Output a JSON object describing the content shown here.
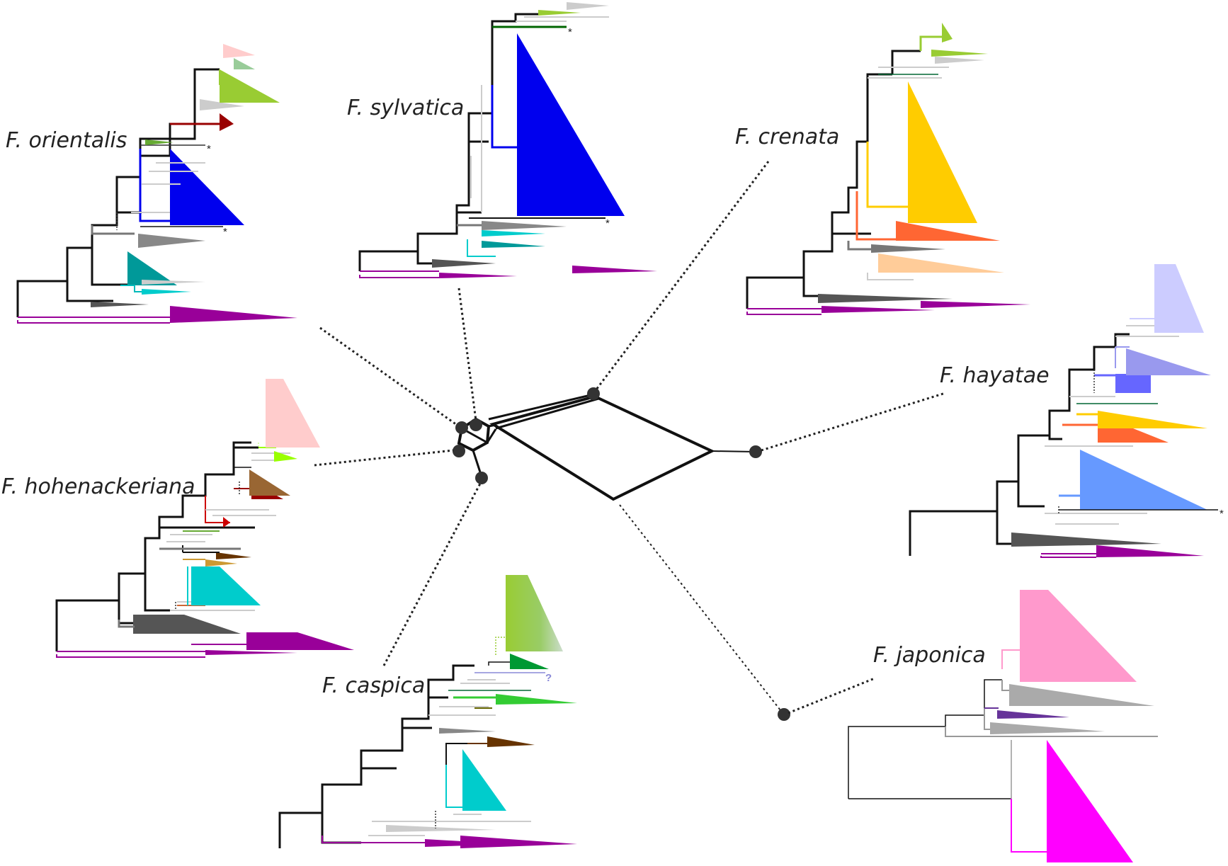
{
  "species": [
    {
      "key": "orientalis",
      "label": "F. orientalis"
    },
    {
      "key": "sylvatica",
      "label": "F. sylvatica"
    },
    {
      "key": "crenata",
      "label": "F. crenata"
    },
    {
      "key": "hayatae",
      "label": "F. hayatae"
    },
    {
      "key": "japonica",
      "label": "F. japonica"
    },
    {
      "key": "caspica",
      "label": "F. caspica"
    },
    {
      "key": "hohenackeriana",
      "label": "F. hohenackeriana"
    }
  ],
  "marks": {
    "asterisk": "*",
    "question": "?"
  },
  "colors": {
    "purple": "#990099",
    "darkgray": "#555555",
    "gray": "#888888",
    "lightgray": "#cccccc",
    "blue": "#0000ee",
    "lightgreen": "#99cc33",
    "darkred": "#990000",
    "pink": "#ffcccc",
    "teal": "#009999",
    "cyan": "#00cccc",
    "gold": "#ffcc00",
    "orange": "#ff6633",
    "peach": "#ffcc99",
    "periwinkle": "#ccccff",
    "lavender": "#9999ee",
    "slateblue": "#6666ff",
    "cornflower": "#6699ff",
    "hotpink": "#ff99cc",
    "magenta": "#ff00ff",
    "indigo": "#663399",
    "brown": "#996633",
    "lime": "#99ff00",
    "green": "#009933",
    "brightgreen": "#33cc33"
  }
}
